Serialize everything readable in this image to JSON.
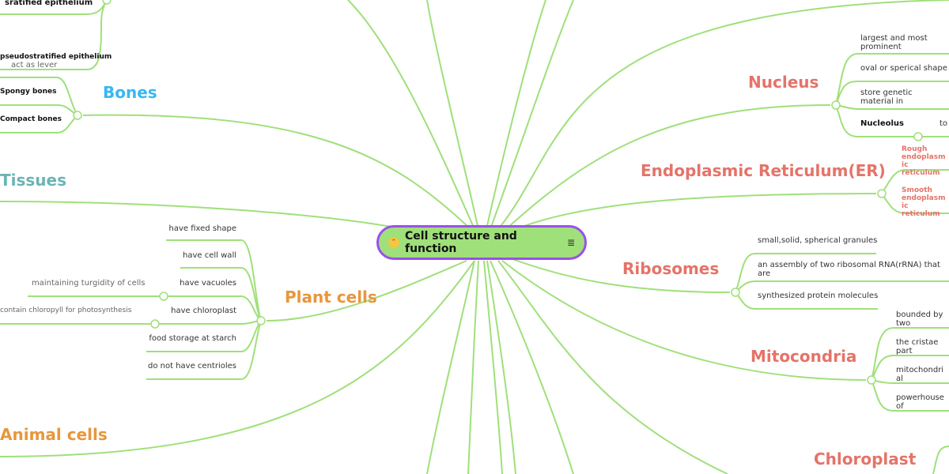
{
  "root": {
    "label": "Cell structure and function",
    "emoji_icon": "slightly-smiling-face-icon",
    "notes_icon": "notes-list-icon"
  },
  "colors": {
    "link": "#9fe07a",
    "root_border": "#9a50e8",
    "organelle": "#e57368",
    "cells": "#e8963c",
    "bones": "#37b8f0",
    "tissues": "#6bb4b4"
  },
  "left": {
    "epithelium": [
      "sratified epithelium",
      "pseudostratified epithelium"
    ],
    "bones_note": "act as lever",
    "bones": {
      "title": "Bones",
      "children": [
        "Spongy bones",
        "Compact bones"
      ]
    },
    "tissues": {
      "title": "Tissues"
    },
    "plant_cells": {
      "title": "Plant cells",
      "children": [
        "have fixed shape",
        "have cell wall",
        "have vacuoles",
        "have chloroplast",
        "food storage at starch",
        "do not have centrioles"
      ],
      "vacuoles_detail": "maintaining turgidity of cells",
      "chloroplast_detail": "contain chloropyll for photosynthesis"
    },
    "animal_cells": {
      "title": "Animal cells"
    }
  },
  "right": {
    "nucleus": {
      "title": "Nucleus",
      "children": [
        "largest and most prominent",
        "oval or sperical shape",
        "store genetic material in",
        "Nucleolus"
      ],
      "nucleolus_detail": "to"
    },
    "er": {
      "title": "Endoplasmic Reticulum(ER)",
      "children": [
        "Rough endoplasmic reticulum",
        "Smooth endoplasmic reticulum"
      ]
    },
    "ribosomes": {
      "title": "Ribosomes",
      "children": [
        "small,solid, spherical granules",
        "an assembly of two ribosomal RNA(rRNA) that are",
        "synthesized protein molecules"
      ]
    },
    "mitocondria": {
      "title": "Mitocondria",
      "children": [
        "bounded by two",
        "the cristae part",
        "mitochondrial",
        "powerhouse of"
      ]
    },
    "chloroplast": {
      "title": "Chloroplast"
    }
  }
}
